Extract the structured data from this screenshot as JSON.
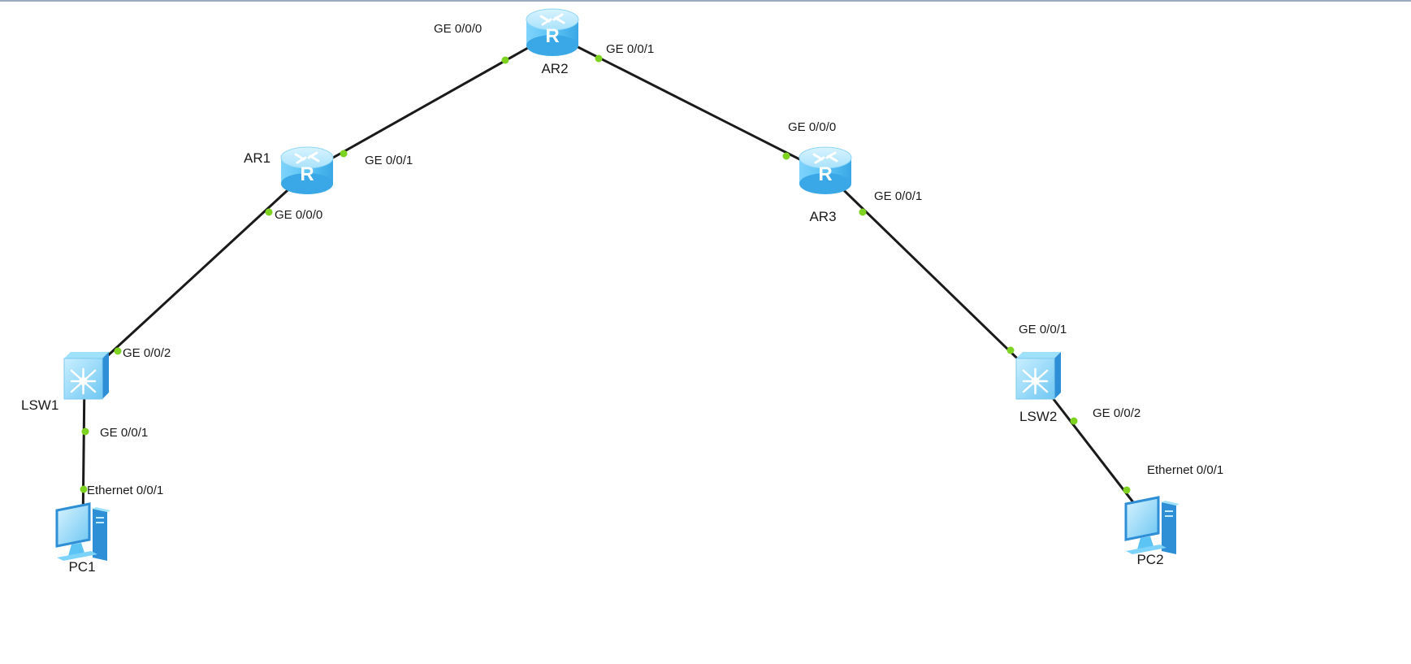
{
  "colors": {
    "link": "#1a1a1a",
    "port_dot": "#7ed321",
    "router_top": "#bfeaff",
    "router_body": "#5cc3f5",
    "device_accent": "#2e8fd6"
  },
  "devices": [
    {
      "id": "AR2",
      "type": "router",
      "label": "AR2",
      "icon": "router-icon"
    },
    {
      "id": "AR1",
      "type": "router",
      "label": "AR1",
      "icon": "router-icon"
    },
    {
      "id": "AR3",
      "type": "router",
      "label": "AR3",
      "icon": "router-icon"
    },
    {
      "id": "LSW1",
      "type": "switch",
      "label": "LSW1",
      "icon": "switch-icon"
    },
    {
      "id": "LSW2",
      "type": "switch",
      "label": "LSW2",
      "icon": "switch-icon"
    },
    {
      "id": "PC1",
      "type": "pc",
      "label": "PC1",
      "icon": "pc-icon"
    },
    {
      "id": "PC2",
      "type": "pc",
      "label": "PC2",
      "icon": "pc-icon"
    }
  ],
  "links": [
    {
      "a": "AR1",
      "a_port": "GE 0/0/1",
      "b": "AR2",
      "b_port": "GE 0/0/0"
    },
    {
      "a": "AR2",
      "a_port": "GE 0/0/1",
      "b": "AR3",
      "b_port": "GE 0/0/0"
    },
    {
      "a": "AR1",
      "a_port": "GE 0/0/0",
      "b": "LSW1",
      "b_port": "GE 0/0/2"
    },
    {
      "a": "LSW1",
      "a_port": "GE 0/0/1",
      "b": "PC1",
      "b_port": "Ethernet 0/0/1"
    },
    {
      "a": "AR3",
      "a_port": "GE 0/0/1",
      "b": "LSW2",
      "b_port": "GE 0/0/1"
    },
    {
      "a": "LSW2",
      "a_port": "GE 0/0/2",
      "b": "PC2",
      "b_port": "Ethernet 0/0/1"
    }
  ]
}
